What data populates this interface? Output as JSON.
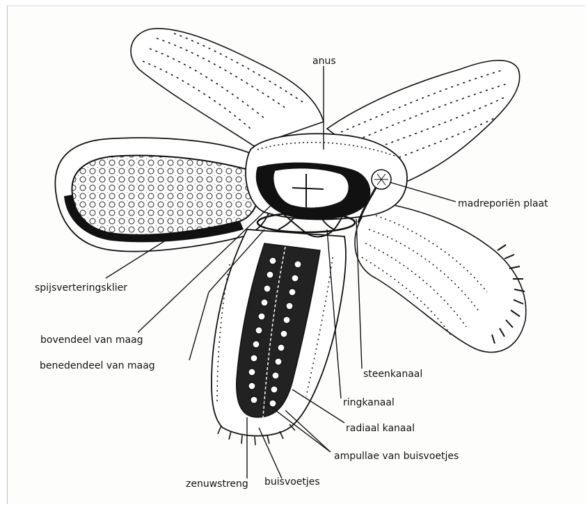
{
  "labels": {
    "anus": "anus",
    "madreporien": "madreporiën plaat",
    "spijsvertering": "spijsverteringsklier",
    "bovendeel": "bovendeel van maag",
    "benedendeel": "benedendeel van maag",
    "steenkanaal": "steenkanaal",
    "ringkanaal": "ringkanaal",
    "radiaal": "radiaal kanaal",
    "ampullae": "ampullae van buisvoetjes",
    "zenuwstreng": "zenuwstreng",
    "buisvoetjes": "buisvoetjes"
  }
}
